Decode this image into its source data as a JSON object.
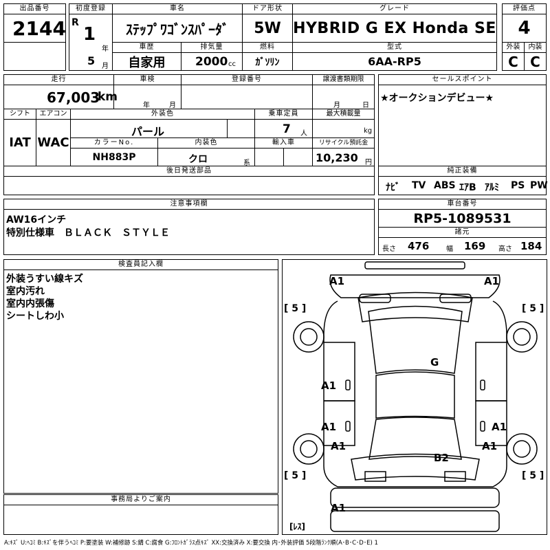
{
  "lot": {
    "label": "出品番号",
    "value": "2144"
  },
  "first_reg": {
    "label": "初度登録",
    "era": "R",
    "year": "1",
    "year_unit": "年",
    "month": "5",
    "month_unit": "月"
  },
  "model": {
    "label": "車名",
    "value": "ｽﾃｯﾌﾟﾜｺﾞﾝｽﾊﾟｰﾀﾞ"
  },
  "doors": {
    "label": "ドア形状",
    "value": "5W"
  },
  "grade": {
    "label": "グレード",
    "value": "HYBRID G EX Honda SE"
  },
  "score": {
    "label": "評価点",
    "value": "4"
  },
  "history": {
    "label": "車歴",
    "value": "自家用"
  },
  "displacement": {
    "label": "排気量",
    "value": "2000",
    "unit": "cc"
  },
  "fuel": {
    "label": "燃料",
    "value": "ｶﾞｿﾘﾝ"
  },
  "model_code": {
    "label": "型式",
    "value": "6AA-RP5"
  },
  "ext_grade": {
    "label": "外装",
    "value": "C"
  },
  "int_grade": {
    "label": "内装",
    "value": "C"
  },
  "mileage": {
    "label": "走行",
    "value": "67,003",
    "unit": "km"
  },
  "inspection": {
    "label": "車検",
    "year_unit": "年",
    "month_unit": "月"
  },
  "registration": {
    "label": "登録番号"
  },
  "transfer": {
    "label": "譲渡書類期限",
    "month_unit": "月",
    "day_unit": "日"
  },
  "shift": {
    "label": "シフト",
    "value": "IAT"
  },
  "ac": {
    "label": "エアコン",
    "value": "WAC"
  },
  "exterior_color": {
    "label": "外装色",
    "value": "パール"
  },
  "seats": {
    "label": "乗車定員",
    "value": "7",
    "unit": "人"
  },
  "max_load": {
    "label": "最大積載量",
    "unit": "kg"
  },
  "color_no": {
    "label": "カラーNo.",
    "value": "NH883P"
  },
  "interior_color": {
    "label": "内装色",
    "value": "クロ",
    "suffix": "系"
  },
  "import": {
    "label": "輸入車"
  },
  "recycle": {
    "label": "リサイクル預託金",
    "value": "10,230",
    "unit": "円"
  },
  "sales_point": {
    "label": "セールスポイント",
    "text": "★オークションデビュー★"
  },
  "later_parts": {
    "label": "後日発送部品"
  },
  "equipment": {
    "label": "純正装備",
    "items": [
      "ﾅﾋﾞ",
      "TV",
      "ABS",
      "ｴｱB",
      "ｱﾙﾐ",
      "PS",
      "PW"
    ]
  },
  "notes": {
    "label": "注意事項欄",
    "lines": [
      "AW16インチ",
      "特別仕様車　ＢＬＡＣＫ　ＳＴＹＬＥ"
    ]
  },
  "chassis": {
    "label": "車台番号",
    "value": "RP5-1089531"
  },
  "specs": {
    "label": "諸元",
    "length_label": "長さ",
    "length": "476",
    "width_label": "幅",
    "width": "169",
    "height_label": "高さ",
    "height": "184"
  },
  "inspector": {
    "label": "検査員記入欄",
    "lines": [
      "外装うすい線キズ",
      "室内汚れ",
      "室内内張傷",
      "シートしわ小"
    ]
  },
  "office": {
    "label": "事務局よりご案内"
  },
  "diagram": {
    "marks": [
      "A1",
      "A1",
      "A1",
      "A1",
      "A1",
      "A1",
      "A1",
      "A1",
      "G",
      "B2"
    ],
    "tires": [
      "[ 5 ]",
      "[ 5 ]",
      "[ 5 ]",
      "[ 5 ]"
    ],
    "spare": "[ﾚｽ]"
  },
  "legend": "A:ｷｽﾞ U:ﾍｺﾐ B:ｷｽﾞを伴うﾍｺﾐ P:要塗装 W:補修跡 S:錆 C:腐食 G:ﾌﾛﾝﾄｶﾞﾗｽ点ｷｽﾞ XX:交換済み X:要交換 内･外装評価 5段階ﾗﾝｸ順(A･B･C･D･E) 1"
}
